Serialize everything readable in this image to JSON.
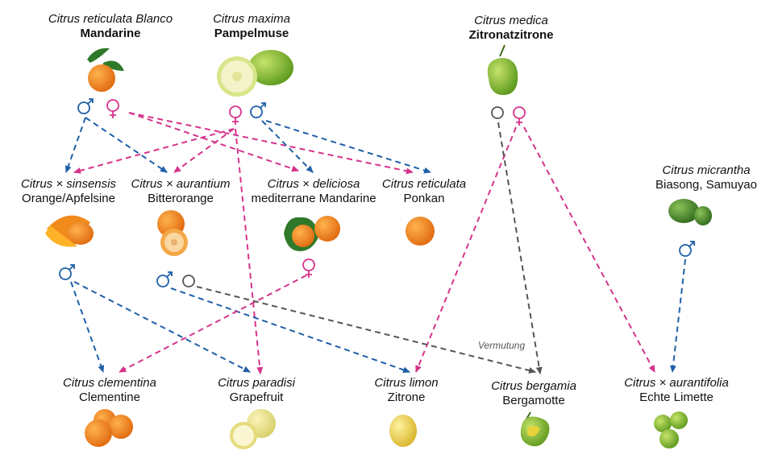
{
  "colors": {
    "male": "#1f5fa8",
    "female": "#d6338a",
    "unknown": "#555555"
  },
  "parents": {
    "mandarine": {
      "sci": "Citrus reticulata Blanco",
      "name": "Mandarine"
    },
    "pampelmuse": {
      "sci": "Citrus maxima",
      "name": "Pampelmuse"
    },
    "zitronat": {
      "sci": "Citrus medica",
      "name": "Zitronatzitrone"
    }
  },
  "middle": {
    "orange": {
      "sci": "Citrus × sinsensis",
      "name": "Orange/Apfelsine"
    },
    "bitter": {
      "sci": "Citrus × aurantium",
      "name": "Bitterorange"
    },
    "mediter": {
      "sci": "Citrus × deliciosa",
      "name": "mediterrane Mandarine"
    },
    "ponkan": {
      "sci": "Citrus reticulata",
      "name": "Ponkan"
    },
    "micrantha": {
      "sci": "Citrus micrantha",
      "name": "Biasong, Samuyao"
    }
  },
  "bottom": {
    "clementine": {
      "sci": "Citrus clementina",
      "name": "Clementine"
    },
    "grapefruit": {
      "sci": "Citrus paradisi",
      "name": "Grapefruit"
    },
    "zitrone": {
      "sci": "Citrus limon",
      "name": "Zitrone"
    },
    "bergamotte": {
      "sci": "Citrus bergamia",
      "name": "Bergamotte"
    },
    "limette": {
      "sci": "Citrus × aurantifolia",
      "name": "Echte Limette"
    }
  },
  "annotation": "Vermutung"
}
